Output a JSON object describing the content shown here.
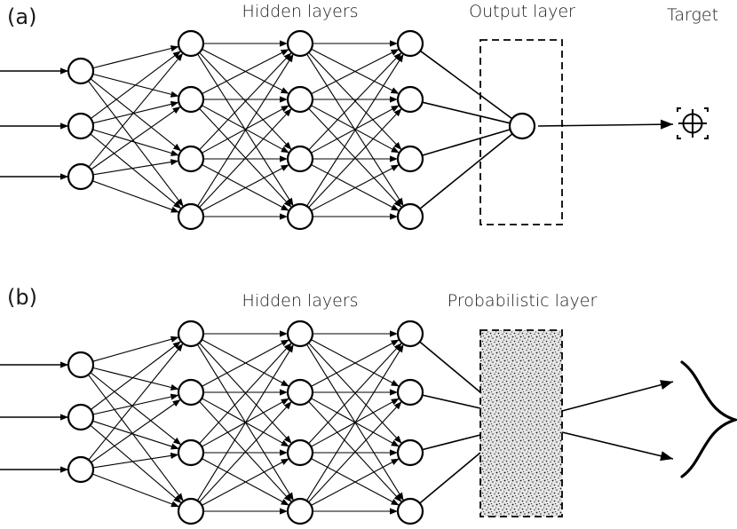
{
  "panels": [
    {
      "id": "a",
      "label": "(a)",
      "hidden_label": "Hidden layers",
      "output_label": "Output layer",
      "target_label": "Target",
      "output_kind": "single-node",
      "target_icon": "crosshair-target-icon"
    },
    {
      "id": "b",
      "label": "(b)",
      "hidden_label": "Hidden layers",
      "output_label": "Probabilistic layer",
      "output_kind": "stochastic-block",
      "target_icon": "gaussian-distribution-icon"
    }
  ],
  "network": {
    "inputs": 3,
    "hidden_layers": [
      4,
      4,
      4
    ]
  },
  "colors": {
    "stroke": "#000000",
    "background": "#ffffff",
    "text": "#1a1a1a"
  }
}
